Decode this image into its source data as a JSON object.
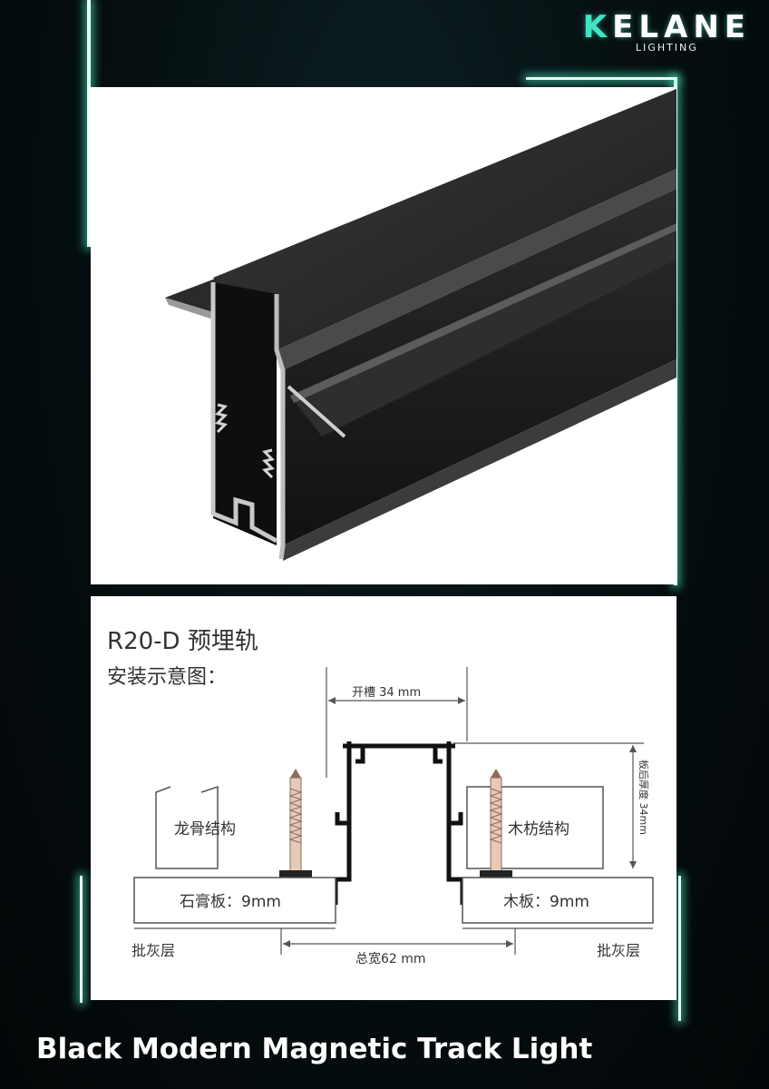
{
  "brand": {
    "name_first": "K",
    "name_rest": "ELANE",
    "subtitle": "LIGHTING"
  },
  "diagram": {
    "title": "R20-D 预埋轨",
    "subtitle": "安装示意图：",
    "slot_label": "开槽 34 mm",
    "height_label": "板后厚度 34mm",
    "left_structure": "龙骨结构",
    "right_structure": "木枋结构",
    "left_board": "石膏板：9mm",
    "right_board": "木板：9mm",
    "left_layer": "批灰层",
    "right_layer": "批灰层",
    "total_width": "总宽62 mm"
  },
  "caption": "Black Modern Magnetic Track Light",
  "colors": {
    "accent": "#3fe6c4",
    "glow": "#50ffd2",
    "track": "#1b1b1b"
  },
  "icons": {
    "product": "track-profile-photo"
  }
}
